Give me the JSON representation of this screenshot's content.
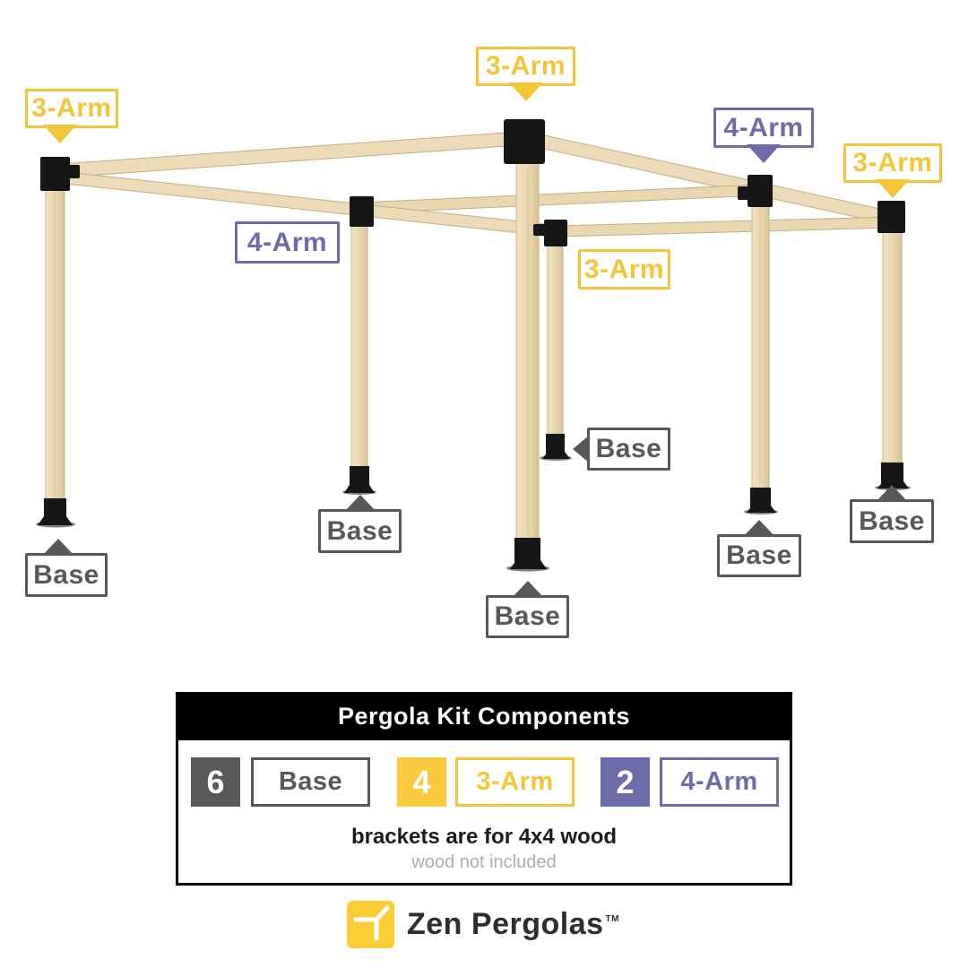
{
  "colors": {
    "yellow": "#F2C537",
    "purple": "#6C6CA8",
    "gray": "#58585A",
    "wood_light": "#ECDBB6",
    "wood_edge": "#C2AC80",
    "bracket_black": "#161616"
  },
  "labels": {
    "three_arm": "3-Arm",
    "four_arm": "4-Arm",
    "base": "Base"
  },
  "panel": {
    "title": "Pergola Kit Components",
    "items": [
      {
        "qty": "6",
        "label": "Base",
        "color_key": "gray"
      },
      {
        "qty": "4",
        "label": "3-Arm",
        "color_key": "yellow"
      },
      {
        "qty": "2",
        "label": "4-Arm",
        "color_key": "purple"
      }
    ],
    "note": "brackets are for 4x4 wood",
    "subnote": "wood not included"
  },
  "logo": {
    "brand": "Zen Pergolas",
    "tm": "TM"
  }
}
